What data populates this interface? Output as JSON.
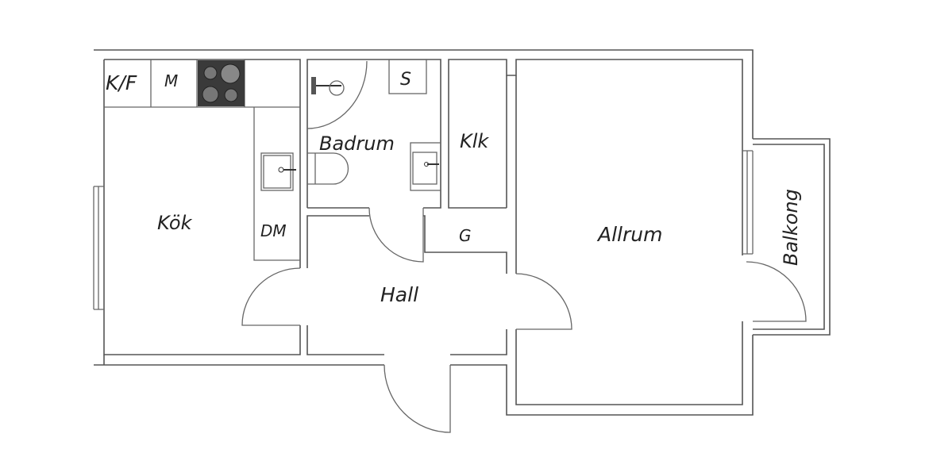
{
  "title": "Floor plan",
  "rooms": {
    "kitchen": "Kök",
    "fridge_freezer": "K/F",
    "microwave": "M",
    "dishwasher": "DM",
    "bathroom": "Badrum",
    "storage_s": "S",
    "closet": "Klk",
    "wardrobe": "G",
    "hall": "Hall",
    "living_room": "Allrum",
    "balcony": "Balkong"
  },
  "colors": {
    "wall": "#555555",
    "stove": "#3a3a3a",
    "background": "#ffffff"
  }
}
